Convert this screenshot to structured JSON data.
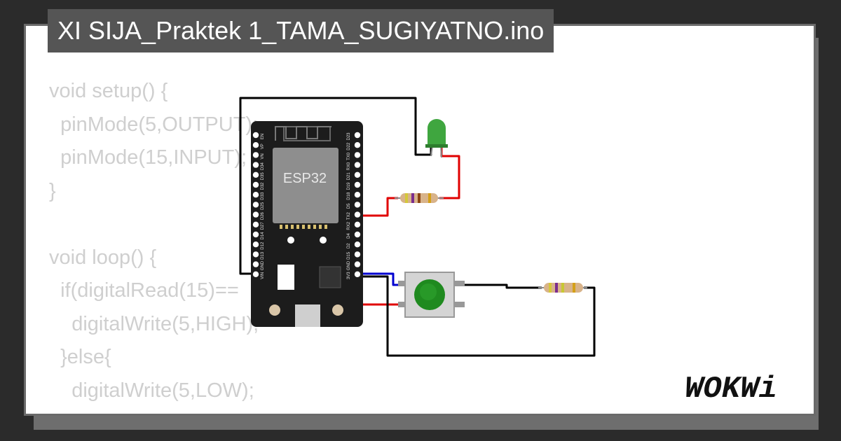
{
  "page": {
    "title": "XI SIJA_Praktek 1_TAMA_SUGIYATNO.ino"
  },
  "code": {
    "lines": [
      "void setup() {",
      "  pinMode(5,OUTPUT);",
      "  pinMode(15,INPUT);",
      "}",
      "",
      "void loop() {",
      "  if(digitalRead(15)==",
      "    digitalWrite(5,HIGH);",
      "  }else{",
      "    digitalWrite(5,LOW);",
      "  }"
    ]
  },
  "board": {
    "label": "ESP32",
    "left_pins": [
      "EN",
      "VP",
      "VN",
      "D34",
      "D35",
      "D32",
      "D33",
      "D25",
      "D26",
      "D27",
      "D14",
      "D12",
      "D13",
      "GND",
      "VIN"
    ],
    "right_pins": [
      "D23",
      "D22",
      "TX0",
      "RX0",
      "D21",
      "D19",
      "D18",
      "D5",
      "TX2",
      "RX2",
      "D4",
      "D2",
      "D15",
      "GND",
      "3V3"
    ]
  },
  "brand": {
    "logo_text": "WOKWi"
  },
  "colors": {
    "background": "#2b2b2b",
    "card": "#ffffff",
    "title_bar": "#555555",
    "code_text": "#cfcfcf",
    "board": "#1c1c1c",
    "chip": "#8e8e8e",
    "led": "#3fa63f",
    "button": "#1f8a1f",
    "wire_red": "#e00000",
    "wire_blue": "#0000d0",
    "wire_black": "#000000"
  },
  "icons": {
    "led": "green-led-icon",
    "button": "pushbutton-icon",
    "resistor": "resistor-icon",
    "board": "esp32-devkit-icon",
    "logo": "wokwi-logo"
  }
}
